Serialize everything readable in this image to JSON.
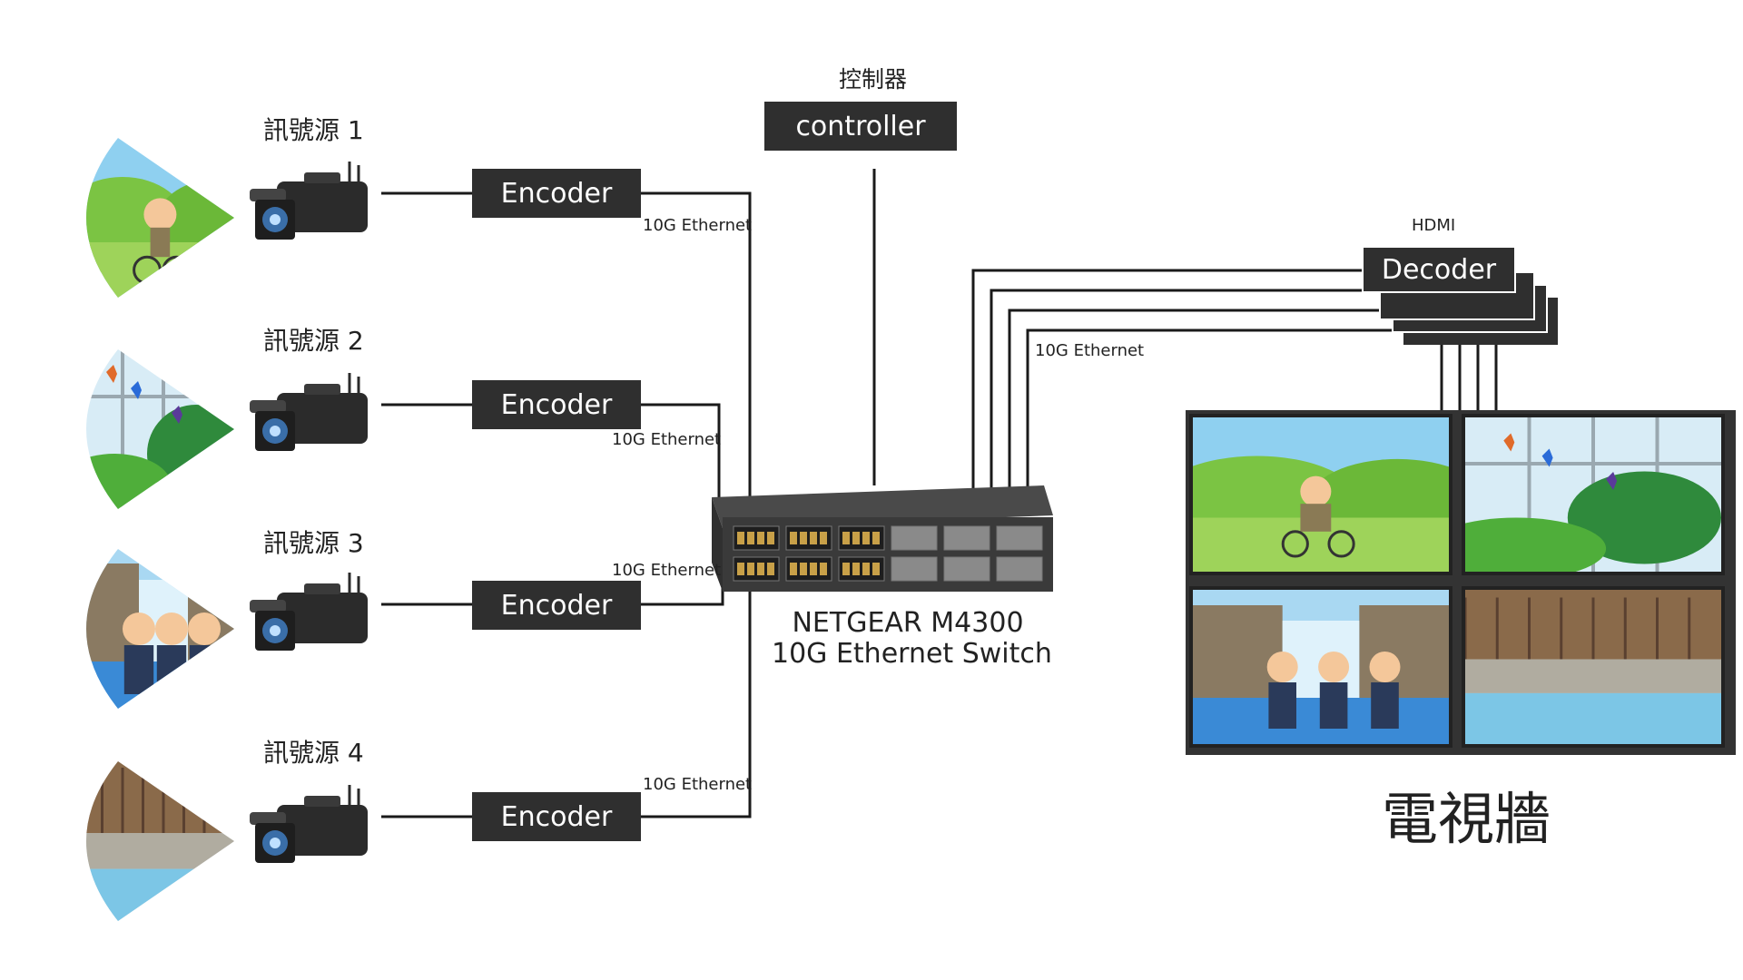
{
  "sources": [
    {
      "title": "訊號源 1",
      "scene": "park",
      "link_label": "10G Ethernet"
    },
    {
      "title": "訊號源 2",
      "scene": "butterfly-garden",
      "link_label": "10G Ethernet"
    },
    {
      "title": "訊號源 3",
      "scene": "waterfall",
      "link_label": "10G Ethernet"
    },
    {
      "title": "訊號源 4",
      "scene": "riverside",
      "link_label": "10G Ethernet"
    }
  ],
  "encoder_label": "Encoder",
  "controller": {
    "caption": "控制器",
    "label": "controller"
  },
  "switch": {
    "line1": "NETGEAR M4300",
    "line2": "10G Ethernet Switch"
  },
  "decoder": {
    "label": "Decoder",
    "caption": "HDMI",
    "link_label": "10G Ethernet"
  },
  "video_wall": {
    "title": "電視牆"
  },
  "icons": {
    "camera": "camcorder-icon",
    "switch": "network-switch-icon"
  },
  "colors": {
    "box": "#2f2f2f",
    "line": "#1a1a1a",
    "sky": "#7cc6ec",
    "grass": "#6cbf3a"
  }
}
